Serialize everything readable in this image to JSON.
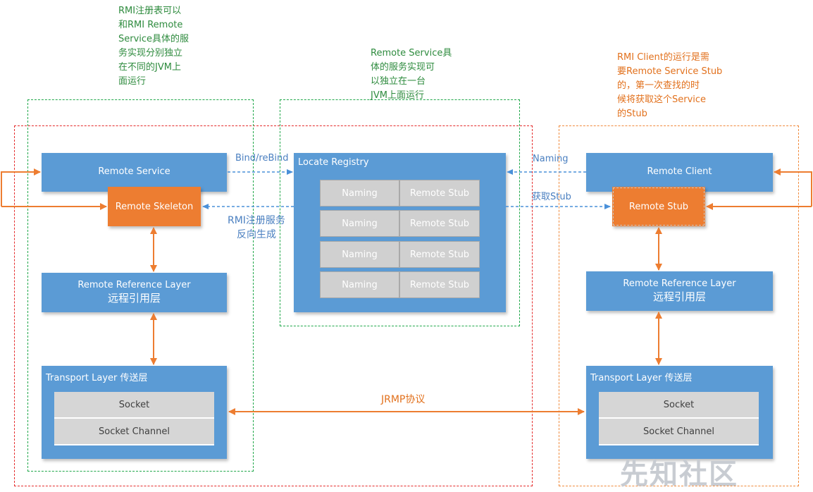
{
  "notes": {
    "left_top": "RMI注册表可以\n和RMI Remote\nService具体的服\n务实现分别独立\n在不同的JVM上\n面运行",
    "center_top": "Remote Service具\n体的服务实现可\n以独立在一台\nJVM上面运行",
    "right_top": "RMI Client的运行是需\n要Remote Service Stub\n的，第一次查找的时\n候将获取这个Service\n的Stub"
  },
  "left": {
    "remote_service": "Remote Service",
    "remote_skeleton": "Remote Skeleton",
    "ref_layer_en": "Remote Reference Layer",
    "ref_layer_cn": "远程引用层",
    "transport_title": "Transport Layer 传送层",
    "socket": "Socket",
    "socket_channel": "Socket Channel"
  },
  "registry": {
    "title": "Locate Registry",
    "rows": [
      {
        "name": "Naming",
        "stub": "Remote Stub"
      },
      {
        "name": "Naming",
        "stub": "Remote Stub"
      },
      {
        "name": "Naming",
        "stub": "Remote Stub"
      },
      {
        "name": "Naming",
        "stub": "Remote Stub"
      }
    ]
  },
  "right": {
    "remote_client": "Remote Client",
    "remote_stub": "Remote Stub",
    "ref_layer_en": "Remote Reference Layer",
    "ref_layer_cn": "远程引用层",
    "transport_title": "Transport Layer 传送层",
    "socket": "Socket",
    "socket_channel": "Socket Channel"
  },
  "labels": {
    "bind": "Bind/reBind",
    "rmi_reg": "RMI注册服务\n反向生成",
    "naming": "Naming",
    "get_stub": "获取Stub",
    "jrmp": "JRMP协议"
  },
  "watermark": "先知社区",
  "colors": {
    "blue": "#5b9bd5",
    "orange": "#ed7d31",
    "red_dash": "#e52b2b",
    "green_dash": "#20a84a",
    "orange_dash": "#f08a3c"
  }
}
